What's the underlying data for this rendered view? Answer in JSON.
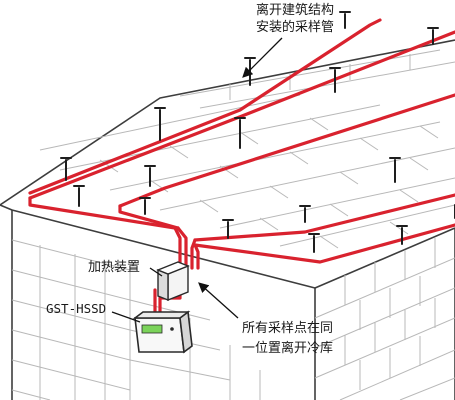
{
  "labels": {
    "sampling_pipe_line1": "离开建筑结构",
    "sampling_pipe_line2": "安装的采样管",
    "heating_device": "加热装置",
    "detector_model": "GST-HSSD",
    "sampling_points_line1": "所有采样点在同",
    "sampling_points_line2": "一位置离开冷库"
  },
  "colors": {
    "pipe": "#d9222e",
    "wall_line": "#3d3d3d",
    "brick_line": "#b8b8b8",
    "nozzle": "#1e1e1e",
    "detector_display": "#7bd35a"
  }
}
